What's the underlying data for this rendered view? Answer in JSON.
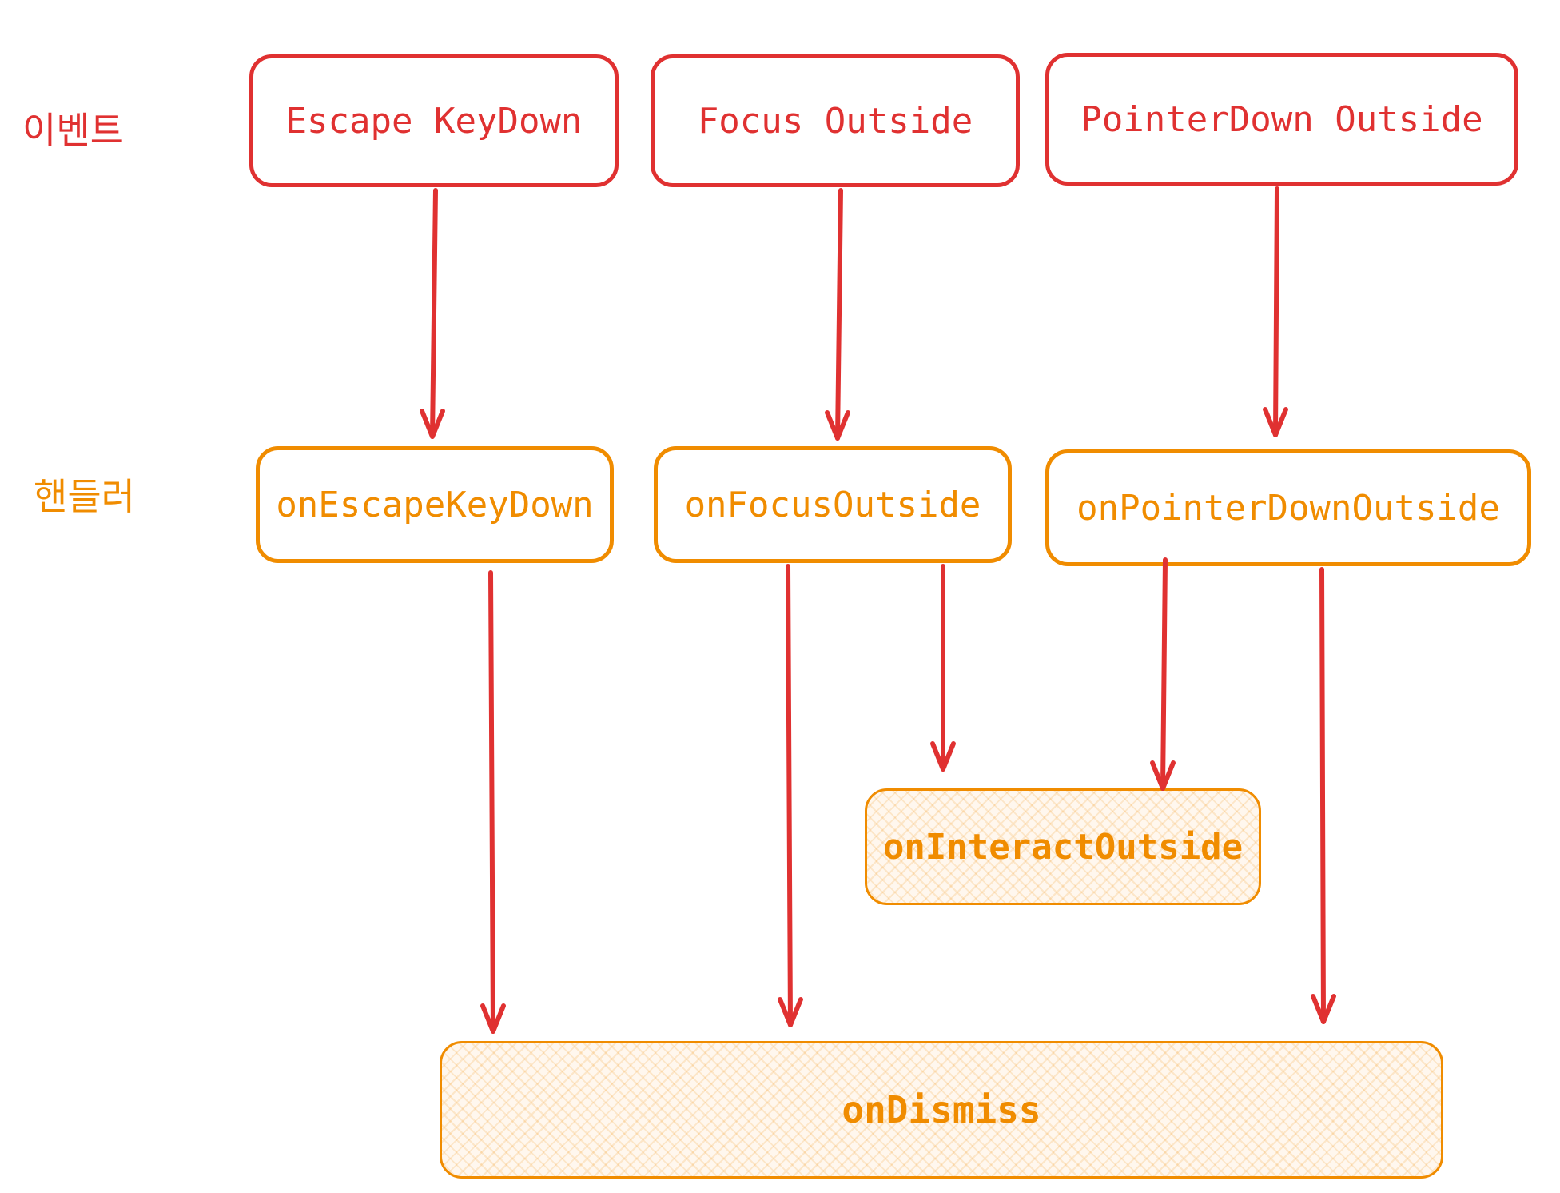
{
  "row_labels": {
    "events": "이벤트",
    "handlers": "핸들러"
  },
  "events": [
    {
      "id": "escape-keydown",
      "label": "Escape KeyDown"
    },
    {
      "id": "focus-outside",
      "label": "Focus Outside"
    },
    {
      "id": "pointerdown-outside",
      "label": "PointerDown Outside"
    }
  ],
  "handlers": [
    {
      "id": "on-escape-keydown",
      "label": "onEscapeKeyDown"
    },
    {
      "id": "on-focus-outside",
      "label": "onFocusOutside"
    },
    {
      "id": "on-pointerdown-outside",
      "label": "onPointerDownOutside"
    }
  ],
  "interact": {
    "label": "onInteractOutside"
  },
  "dismiss": {
    "label": "onDismiss"
  },
  "edges": [
    {
      "from": "Escape KeyDown",
      "to": "onEscapeKeyDown"
    },
    {
      "from": "Focus Outside",
      "to": "onFocusOutside"
    },
    {
      "from": "PointerDown Outside",
      "to": "onPointerDownOutside"
    },
    {
      "from": "onEscapeKeyDown",
      "to": "onDismiss"
    },
    {
      "from": "onFocusOutside",
      "to": "onDismiss"
    },
    {
      "from": "onFocusOutside",
      "to": "onInteractOutside"
    },
    {
      "from": "onPointerDownOutside",
      "to": "onInteractOutside"
    },
    {
      "from": "onPointerDownOutside",
      "to": "onDismiss"
    }
  ],
  "colors": {
    "event": "#e03131",
    "handler": "#f08c00",
    "arrow": "#e03131"
  }
}
